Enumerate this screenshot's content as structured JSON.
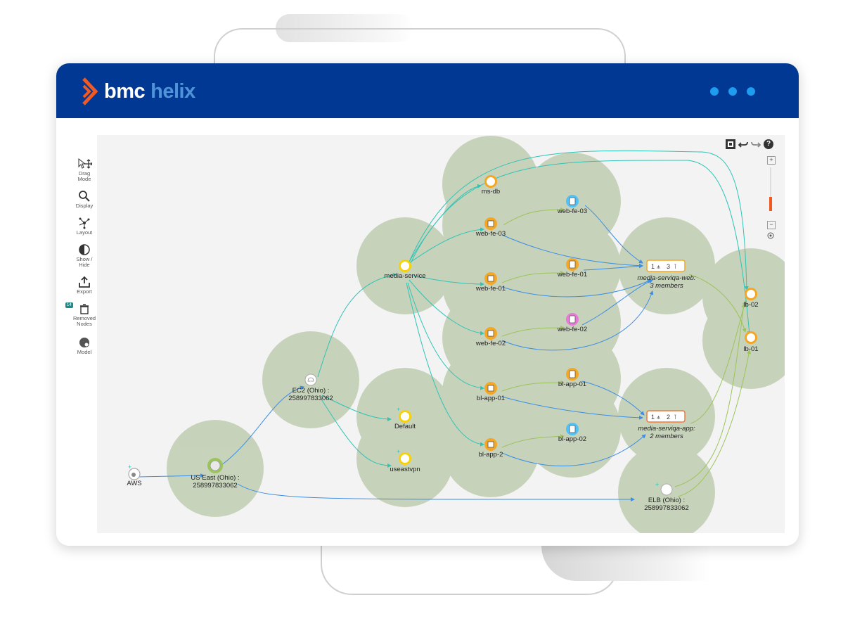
{
  "brand": {
    "name_part1": "bmc",
    "name_part2": "helix",
    "accent": "#f05a22",
    "header_color": "#003893",
    "dot_color": "#1e9cf0"
  },
  "toolbar": {
    "items": [
      {
        "label1": "Drag",
        "label2": "Mode",
        "icon": "cursor-move-icon"
      },
      {
        "label1": "Display",
        "label2": "",
        "icon": "search-icon"
      },
      {
        "label1": "Layout",
        "label2": "",
        "icon": "layout-icon"
      },
      {
        "label1": "Show /",
        "label2": "Hide",
        "icon": "contrast-icon"
      },
      {
        "label1": "Export",
        "label2": "",
        "icon": "export-icon"
      },
      {
        "label1": "Removed",
        "label2": "Nodes",
        "icon": "removed-nodes-icon",
        "badge": "14"
      },
      {
        "label1": "Model",
        "label2": "",
        "icon": "model-icon"
      }
    ]
  },
  "graph": {
    "nodes": {
      "aws": "AWS",
      "us_east_1": "US East (Ohio) :",
      "us_east_2": "258997833062",
      "ec2_1": "EC2 (Ohio) :",
      "ec2_2": "258997833062",
      "default": "Default",
      "useastvpn": "useastvpn",
      "media_service": "media-service",
      "ms_db": "ms-db",
      "web_fe_03a": "web-fe-03",
      "web_fe_01a": "web-fe-01",
      "web_fe_02a": "web-fe-02",
      "bl_app_01a": "bl-app-01",
      "bl_app_2": "bl-app-2",
      "web_fe_03b": "web-fe-03",
      "web_fe_01b": "web-fe-01",
      "web_fe_02b": "web-fe-02",
      "bl_app_01b": "bl-app-01",
      "bl_app_02": "bl-app-02",
      "web_group_1": "media-serviqa-web:",
      "web_group_2": "3 members",
      "app_group_1": "media-serviqa-app:",
      "app_group_2": "2 members",
      "web_group_counts": [
        "1",
        "3"
      ],
      "app_group_counts": [
        "1",
        "2"
      ],
      "lb_02": "lb-02",
      "lb_01": "lb-01",
      "elb_1": "ELB (Ohio) :",
      "elb_2": "258997833062"
    },
    "colors": {
      "cluster": "#c5d1b8",
      "edge_teal": "#2ec4b6",
      "edge_blue": "#3a8ee6",
      "edge_green": "#9bc45a"
    }
  },
  "controls": {
    "help": "?",
    "zoom_in": "+",
    "zoom_out": "−"
  }
}
